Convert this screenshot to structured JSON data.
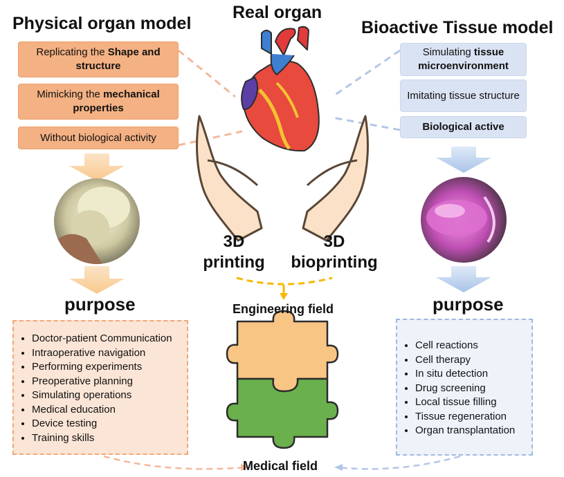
{
  "titles": {
    "physical": "Physical organ model",
    "real": "Real organ",
    "bioactive": "Bioactive Tissue model"
  },
  "physical_boxes": [
    {
      "pre": "Replicating the ",
      "bold": "Shape and structure"
    },
    {
      "pre": "Mimicking the ",
      "bold": "mechanical properties"
    },
    {
      "pre": "Without biological activity",
      "bold": ""
    }
  ],
  "bio_boxes": [
    {
      "pre": "Simulating ",
      "bold": "tissue microenvironment"
    },
    {
      "pre": "Imitating tissue structure",
      "bold": ""
    },
    {
      "pre": "",
      "bold": "Biological active"
    }
  ],
  "purpose_label": "purpose",
  "physical_purposes": [
    "Doctor-patient Communication",
    "Intraoperative navigation",
    "Performing experiments",
    "Preoperative planning",
    "Simulating operations",
    "Medical education",
    "Device testing",
    "Training skills"
  ],
  "bio_purposes": [
    "Cell reactions",
    "Cell therapy",
    "In situ detection",
    "Drug screening",
    "Local tissue filling",
    "Tissue regeneration",
    "Organ transplantation"
  ],
  "printing": {
    "left": "3D printing",
    "right": "3D bioprinting"
  },
  "fields": {
    "engineering": "Engineering field",
    "medical": "Medical field"
  },
  "colors": {
    "orange_box": "#f4b183",
    "orange_light": "#fbe5d6",
    "blue_box": "#dae3f3",
    "blue_light": "#eef3fa",
    "dash_orange": "#f0a878",
    "dash_blue": "#9fb7df",
    "yellow_dash": "#f5b800",
    "puzzle_orange": "#f8c584",
    "puzzle_green": "#6ab04c"
  }
}
